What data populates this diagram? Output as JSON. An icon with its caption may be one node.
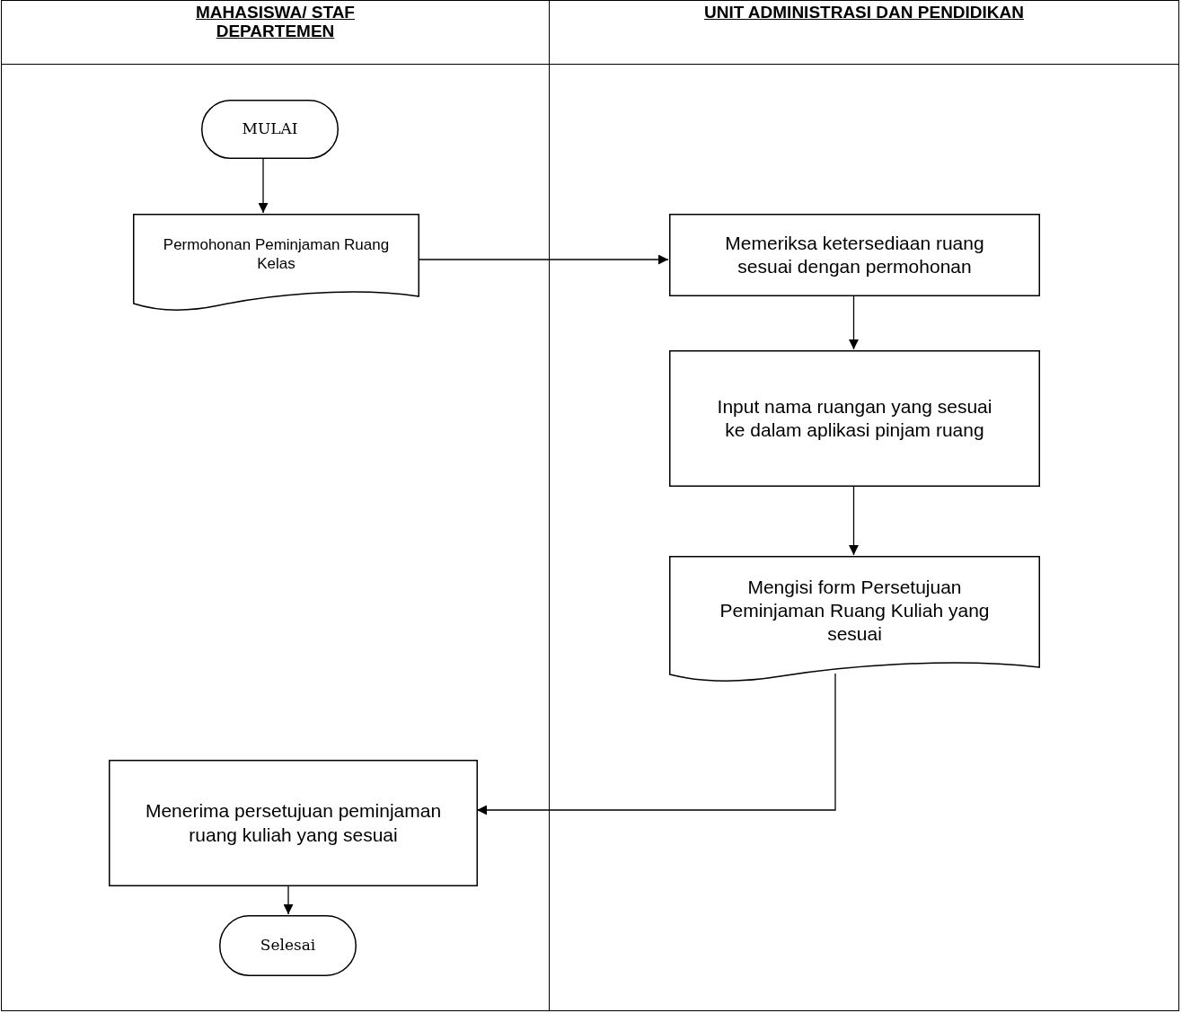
{
  "diagram": {
    "nodes": [
      {
        "text": [
          "MAHASISWA/ STAF DEPARTEMEN"
        ]
      },
      {
        "text": [
          "UNIT ADMINISTRASI DAN PENDIDIKAN"
        ]
      },
      {
        "text": [
          "MULAI"
        ],
        "in": 0
      },
      {
        "text": [
          "Permohonan Peminjaman Ruang Kelas"
        ],
        "in": 0
      },
      {
        "text": [
          "Memeriksa ketersediaan ruang sesuai dengan permohonan"
        ],
        "in": 1
      },
      {
        "text": [
          "Input nama ruangan yang sesuai ke dalam aplikasi pinjam ruang"
        ],
        "in": 1
      },
      {
        "text": [
          "Mengisi form Persetujuan Peminjaman Ruang Kuliah yang sesuai"
        ],
        "in": 1
      },
      {
        "text": [
          "Menerima persetujuan peminjaman ruang kuliah yang sesuai"
        ],
        "in": 0
      },
      {
        "text": [
          "Selesai"
        ],
        "in": 0
      }
    ],
    "edges": [
      {
        "from": 2,
        "to": 3,
        "arrow": "to"
      },
      {
        "from": 3,
        "to": 4,
        "arrow": "to"
      },
      {
        "from": 4,
        "to": 5,
        "arrow": "to"
      },
      {
        "from": 5,
        "to": 6,
        "arrow": "to"
      },
      {
        "from": 6,
        "to": 7,
        "arrow": "to"
      },
      {
        "from": 7,
        "to": 8,
        "arrow": "to"
      }
    ]
  }
}
